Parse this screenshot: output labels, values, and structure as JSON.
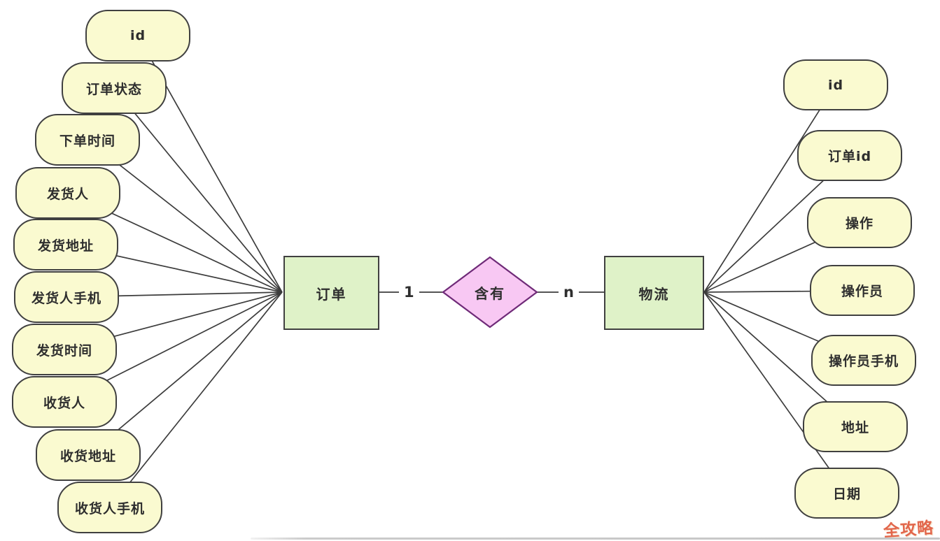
{
  "er_diagram": {
    "entities": {
      "order": {
        "label": "订单"
      },
      "logistics": {
        "label": "物流"
      }
    },
    "relationship": {
      "label": "含有",
      "cardinality_left": "1",
      "cardinality_right": "n"
    },
    "order_attributes": [
      "id",
      "订单状态",
      "下单时间",
      "发货人",
      "发货地址",
      "发货人手机",
      "发货时间",
      "收货人",
      "收货地址",
      "收货人手机"
    ],
    "logistics_attributes": [
      "id",
      "订单id",
      "操作",
      "操作员",
      "操作员手机",
      "地址",
      "日期"
    ],
    "watermark": "全攻略",
    "colors": {
      "attribute_fill": "#FAFAD0",
      "entity_fill": "#DFF2C8",
      "relationship_fill": "#F8C8F3",
      "relationship_border": "#6F2A78",
      "line": "#3C3C3C",
      "watermark": "#E2664B"
    }
  }
}
